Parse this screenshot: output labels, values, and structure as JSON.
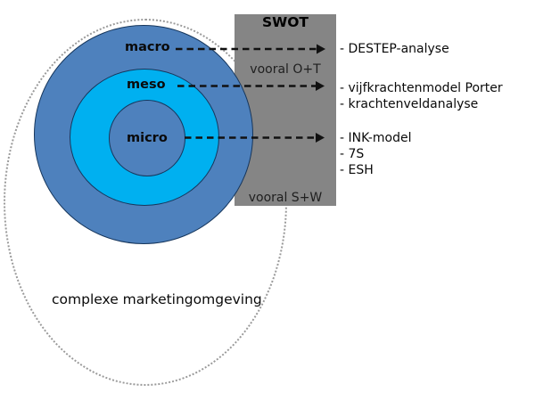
{
  "diagram": {
    "caption": "complexe marketingomgeving",
    "swot_box": {
      "title": "SWOT",
      "note_top": "vooral O+T",
      "note_bottom": "vooral S+W"
    },
    "rings": [
      {
        "label": "macro",
        "methods": [
          "- DESTEP-analyse"
        ]
      },
      {
        "label": "meso",
        "methods": [
          "- vijfkrachtenmodel Porter",
          "- krachtenveldanalyse"
        ]
      },
      {
        "label": "micro",
        "methods": [
          "- INK-model",
          "- 7S",
          "- ESH"
        ]
      }
    ],
    "icons": {
      "arrow_right": "dashed-arrow-right-icon"
    },
    "colors": {
      "ring_blue": "#4e81bd",
      "ring_cyan": "#00b0f0",
      "ring_border": "#16365c",
      "swot_box_gray": "#858585",
      "dotted_outline_gray": "#9a9a9a",
      "arrow_black": "#111111"
    }
  }
}
